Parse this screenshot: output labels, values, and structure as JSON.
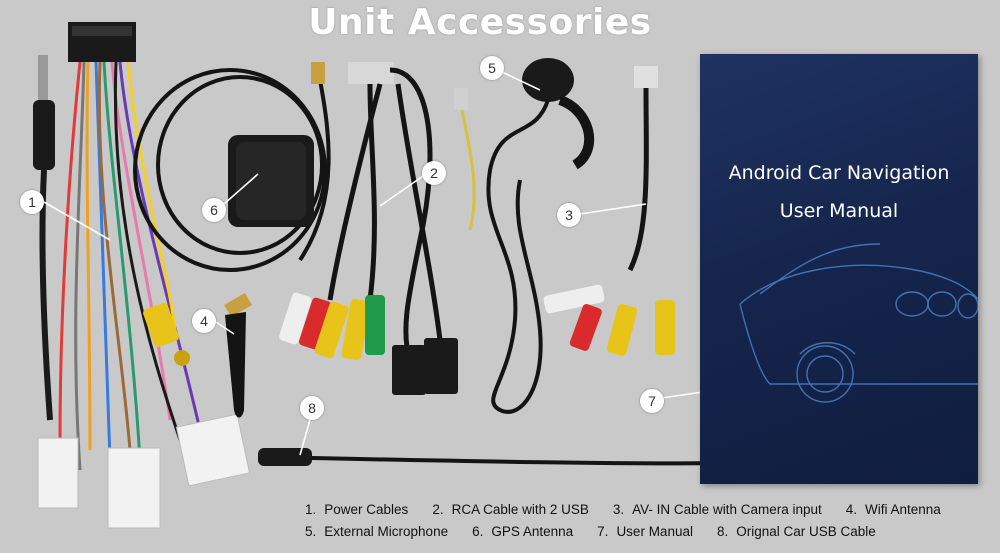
{
  "title": "Unit Accessories",
  "manual": {
    "line1": "Android Car Navigation",
    "line2": "User Manual"
  },
  "markers": [
    "1",
    "2",
    "3",
    "4",
    "5",
    "6",
    "7",
    "8"
  ],
  "legend": [
    [
      {
        "num": "1.",
        "label": "Power Cables"
      },
      {
        "num": "2.",
        "label": "RCA Cable with 2 USB"
      },
      {
        "num": "3.",
        "label": "AV- IN Cable with Camera input"
      },
      {
        "num": "4.",
        "label": "Wifi Antenna"
      }
    ],
    [
      {
        "num": "5.",
        "label": "External Microphone"
      },
      {
        "num": "6.",
        "label": "GPS Antenna"
      },
      {
        "num": "7.",
        "label": "User Manual"
      },
      {
        "num": "8.",
        "label": "Orignal Car USB Cable"
      }
    ]
  ],
  "colors": {
    "background": "#c9c9c9",
    "manual_cover": "#16264f",
    "rca_red": "#d92b2b",
    "rca_yellow": "#e8c41a",
    "rca_green": "#1f9a4a",
    "rca_white": "#eeeeee",
    "cable_black": "#141414"
  }
}
